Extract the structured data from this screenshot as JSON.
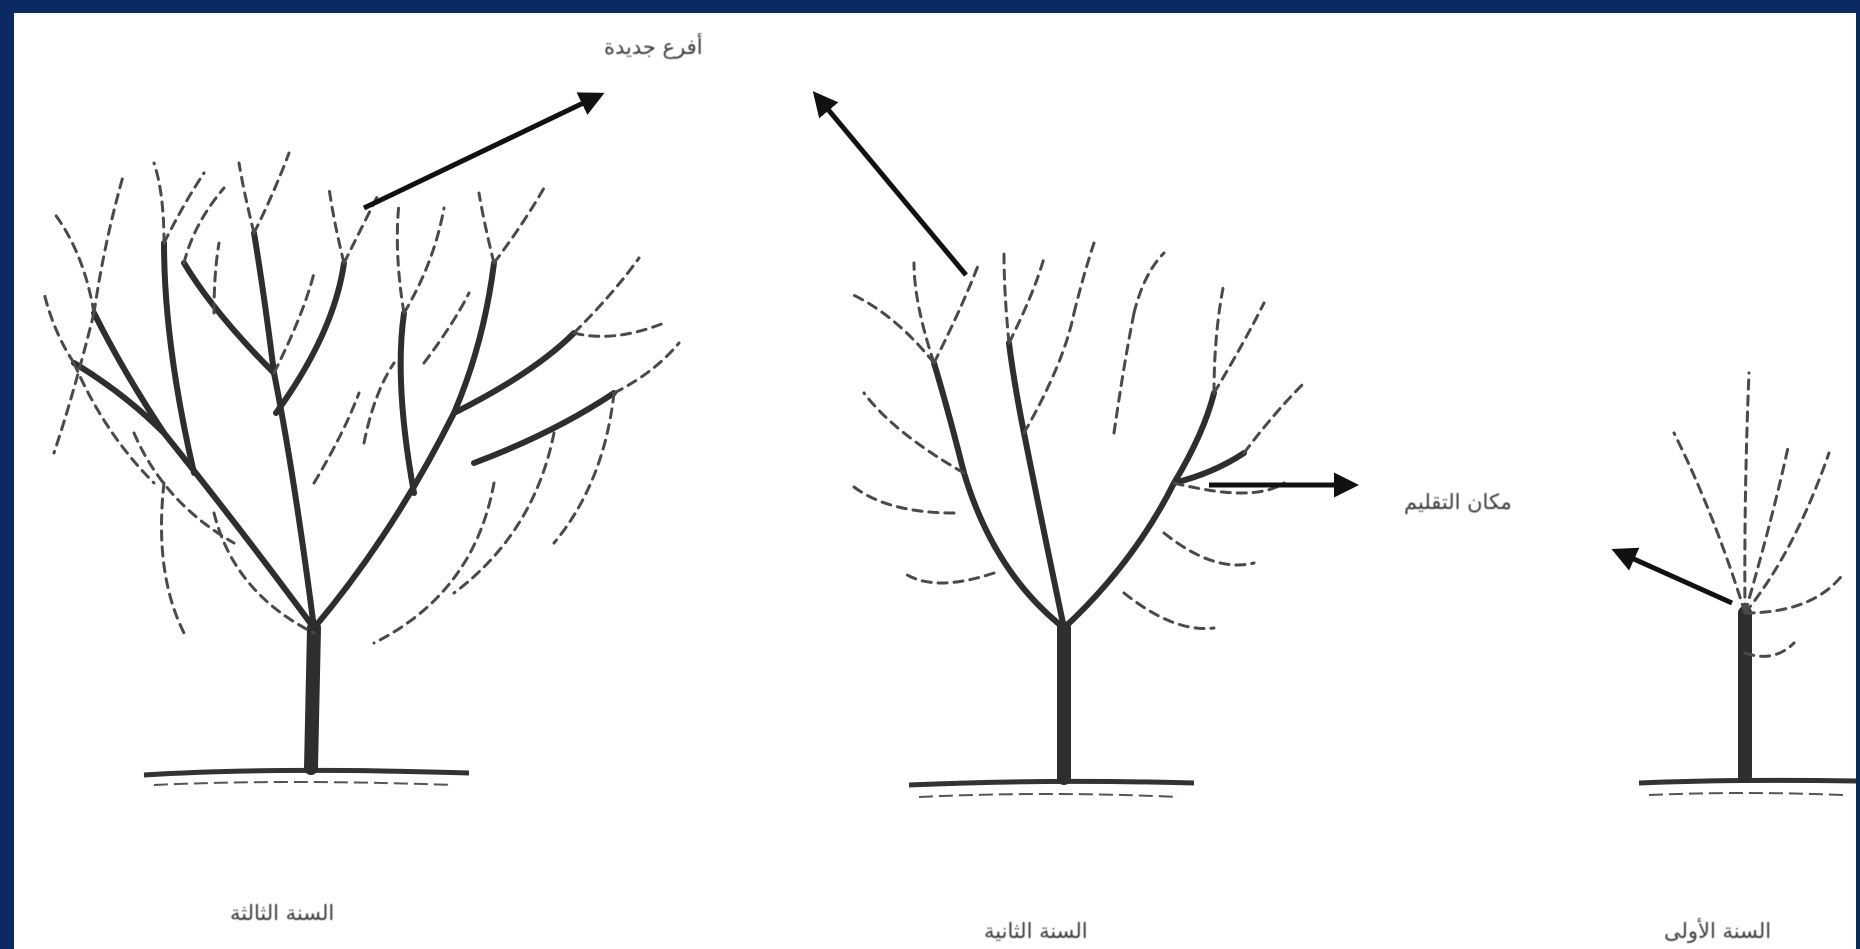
{
  "labels": {
    "new_shoots": "أفرع جديدة",
    "pruning_point": "مكان التقليم",
    "year_three": "السنة الثالثة",
    "year_two": "السنة الثانية",
    "year_one": "السنة الأولى"
  },
  "stages": [
    {
      "name": "year-three",
      "scaffold_branches": 3
    },
    {
      "name": "year-two",
      "scaffold_branches": 3
    },
    {
      "name": "year-one",
      "scaffold_branches": 0
    }
  ],
  "colors": {
    "frame": "#0b2a63",
    "background": "#ffffff",
    "ink": "#2e2e2e"
  }
}
